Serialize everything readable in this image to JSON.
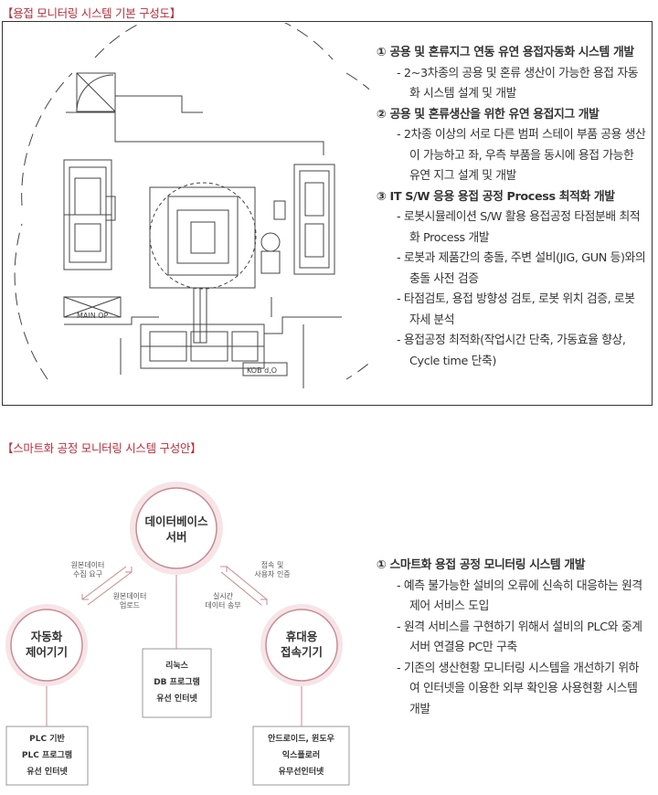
{
  "section1": {
    "title": "【용접 모니터링 시스템 기본 구성도】",
    "drawing_labels": {
      "main_op": "MAIN OP",
      "op_box": "KOB d,O"
    },
    "items": [
      {
        "heading": "① 공용 및 혼류지그 연동 유연 용접자동화 시스템 개발",
        "bullets": [
          "- 2~3차종의 공용 및 혼류 생산이 가능한 용접 자동화 시스템 설계 및 개발"
        ]
      },
      {
        "heading": "② 공용 및 혼류생산을 위한 유연 용접지그 개발",
        "bullets": [
          "- 2차종 이상의 서로 다른 범퍼 스테이 부품 공용 생산이 가능하고 좌, 우측 부품을 동시에 용접 가능한 유연 지그 설계 및 개발"
        ]
      },
      {
        "heading": "③ IT S/W 응용 용접 공정 Process 최적화 개발",
        "bullets": [
          "- 로봇시뮬레이션 S/W 활용 용접공정 타점분배 최적화 Process 개발",
          "- 로봇과 제품간의 충돌, 주변 설비(JIG, GUN 등)와의 충돌 사전 검증",
          "- 타점검토, 용접 방향성 검토, 로봇 위치 검증, 로봇 자세 분석",
          "- 용접공정 최적화(작업시간 단축, 가동효율 향상, Cycle time 단축)"
        ]
      }
    ]
  },
  "section2": {
    "title": "【스마트화 공정 모니터링 시스템 구성안】",
    "nodes": {
      "db_server": "데이터베이스\n서버",
      "auto_controller": "자동화\n제어기기",
      "mobile_device": "휴대용\n접속기기"
    },
    "arrow_labels": {
      "left_top": "원본데이터\n수집 요구",
      "left_bottom": "원본데이터\n업로드",
      "right_top": "접속 및\n사용자 인증",
      "right_bottom": "실시간\n데이터 송부"
    },
    "boxes": {
      "center": "리눅스\nDB 프로그램\n유선 인터넷",
      "left": "PLC 기반\nPLC 프로그램\n유선 인터넷",
      "right": "안드로이드, 윈도우\n익스플로러\n유무선인터넷"
    },
    "items": [
      {
        "heading": "① 스마트화 용접 공정 모니터링 시스템 개발",
        "bullets": [
          "- 예측 불가능한 설비의 오류에 신속히 대응하는 원격 제어 서비스 도입",
          "- 원격 서비스를 구현하기 위해서 설비의 PLC와 중계 서버 연결용 PC만 구축",
          "- 기존의 생산현황 모니터링 시스템을 개선하기 위하여 인터넷을 이용한 외부 확인용 사용현황 시스템 개발"
        ]
      }
    ]
  },
  "colors": {
    "accent": "#b5303e",
    "ring": "#d9a0a8"
  }
}
